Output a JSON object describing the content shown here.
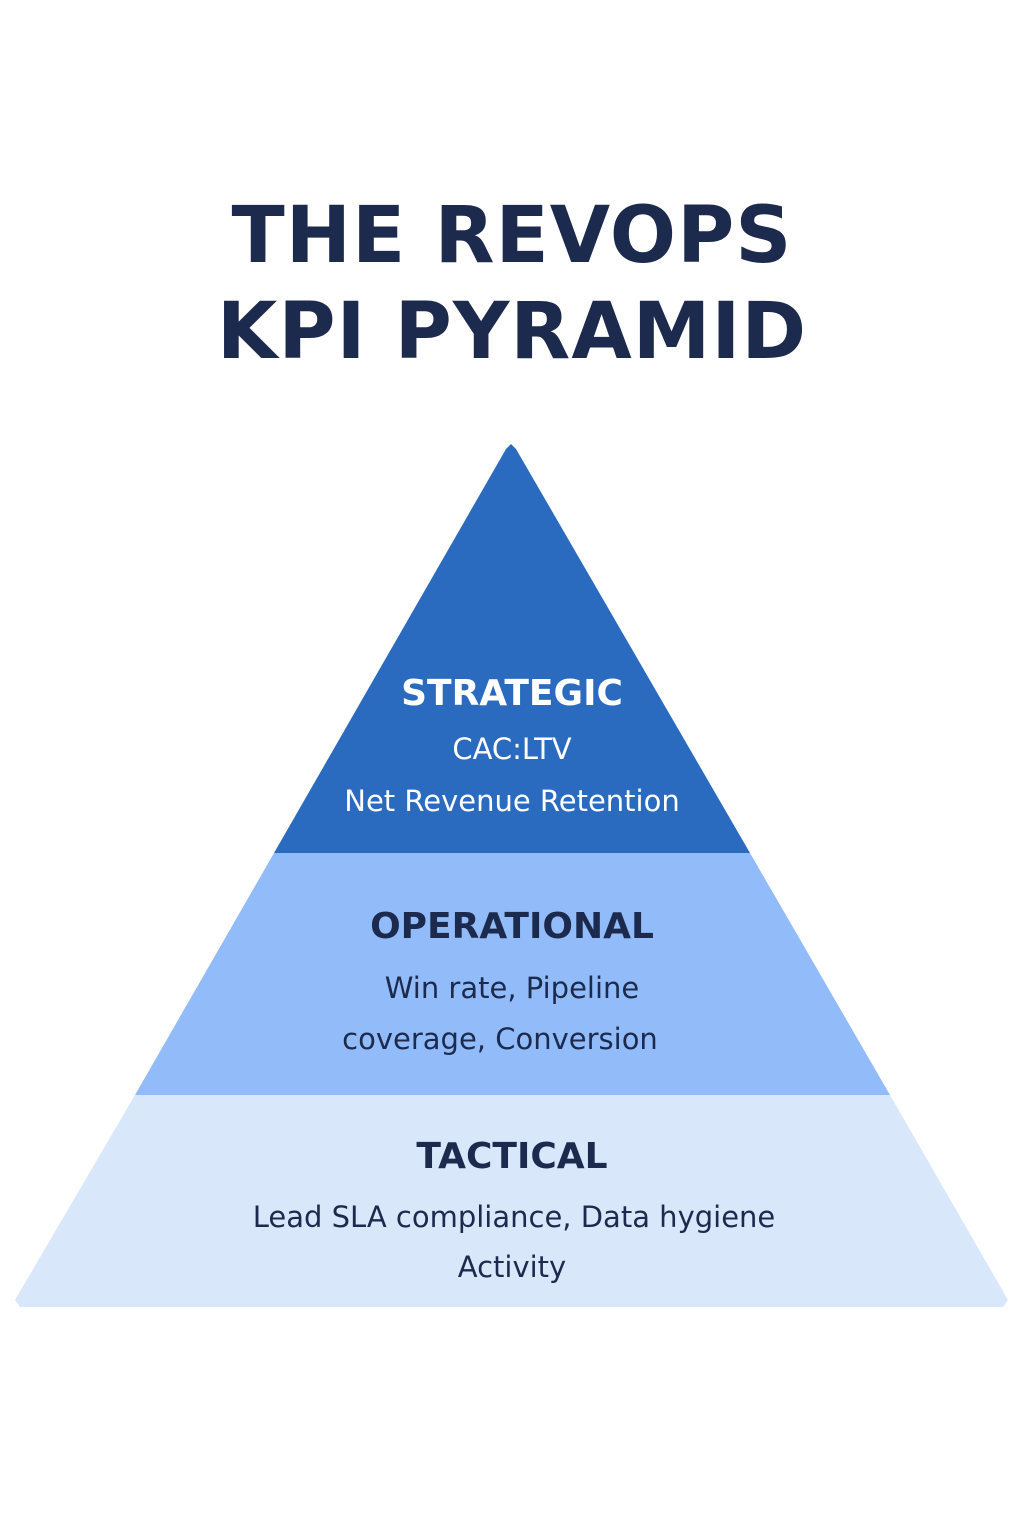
{
  "title": {
    "line1": "THE REVOPS",
    "line2": "KPI PYRAMID"
  },
  "tiers": [
    {
      "heading": "STRATEGIC",
      "lines": [
        "CAC:LTV",
        "Net Revenue Retention"
      ],
      "fill": "#2a6bbf",
      "text_color": "#ffffff"
    },
    {
      "heading": "OPERATIONAL",
      "lines": [
        "Win rate, Pipeline",
        "coverage, Conversion"
      ],
      "fill": "#91bcf9",
      "text_color": "#1c2a4e"
    },
    {
      "heading": "TACTICAL",
      "lines": [
        "Lead SLA compliance, Data hygiene",
        "Activity"
      ],
      "fill": "#d9e7fb",
      "text_color": "#1c2a4e"
    }
  ]
}
